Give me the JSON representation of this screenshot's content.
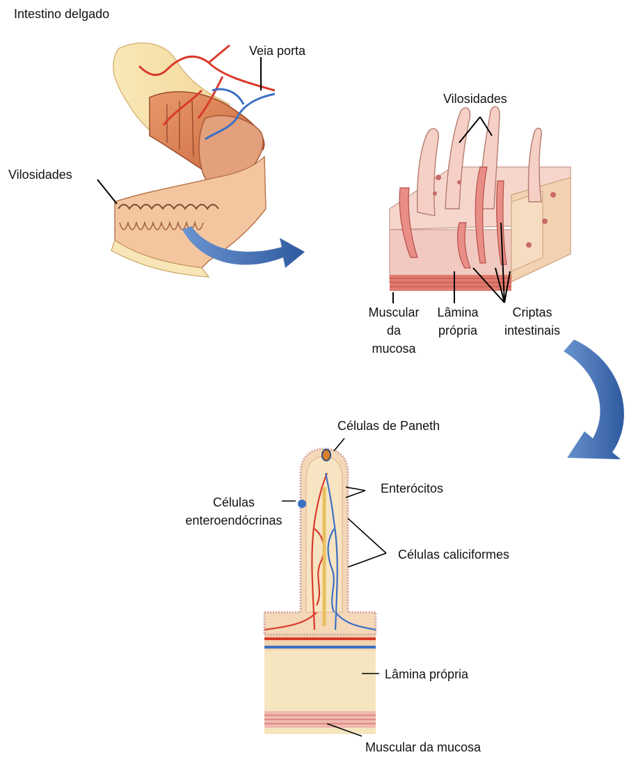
{
  "title": "Intestino delgado",
  "labels": {
    "veia_porta": "Veia porta",
    "vilosidades_left": "Vilosidades",
    "vilosidades_top": "Vilosidades",
    "muscular_mucosa_1": "Muscular",
    "muscular_mucosa_2": "da",
    "muscular_mucosa_3": "mucosa",
    "lamina_propria_1": "Lâmina",
    "lamina_propria_2": "própria",
    "criptas_1": "Criptas",
    "criptas_2": "intestinais",
    "celulas_paneth": "Células de Paneth",
    "enterocitos": "Enterócitos",
    "celulas_entero_1": "Células",
    "celulas_entero_2": "enteroendócrinas",
    "celulas_caliciformes": "Células caliciformes",
    "lamina_propria_bottom": "Lâmina própria",
    "muscular_mucosa_bottom": "Muscular da mucosa"
  },
  "colors": {
    "arrow": "#4a75b5",
    "tissue_pink": "#f2c9c0",
    "tissue_cream": "#f7e6c4",
    "artery": "#d93a2b",
    "vein": "#3b6fc4",
    "muscle": "#e07a6e"
  }
}
